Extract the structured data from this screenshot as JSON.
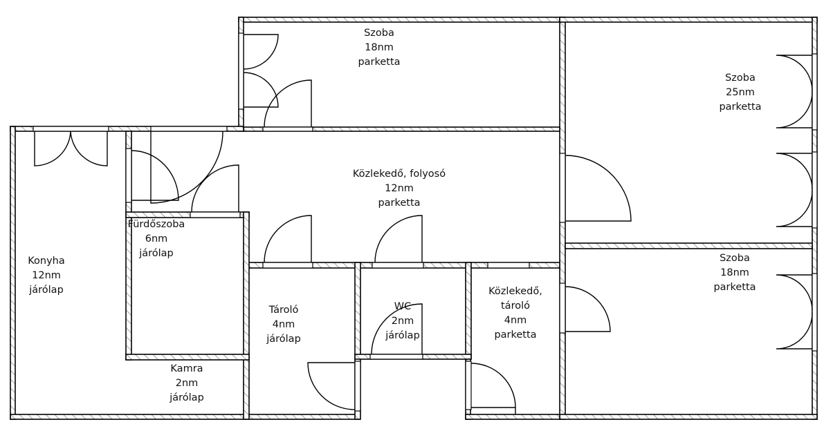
{
  "rooms": [
    {
      "name": "Szoba",
      "area": "18nm",
      "floor": "parketta"
    },
    {
      "name": "Szoba",
      "area": "25nm",
      "floor": "parketta"
    },
    {
      "name": "Közlekedő, folyosó",
      "area": "12nm",
      "floor": "parketta"
    },
    {
      "name": "Fürdőszoba",
      "area": "6nm",
      "floor": "járólap"
    },
    {
      "name": "Konyha",
      "area": "12nm",
      "floor": "járólap"
    },
    {
      "name": "Tároló",
      "area": "4nm",
      "floor": "járólap"
    },
    {
      "name": "WC",
      "area": "2nm",
      "floor": "járólap"
    },
    {
      "name": "Közlekedő,",
      "name2": "tároló",
      "area": "4nm",
      "floor": "parketta"
    },
    {
      "name": "Szoba",
      "area": "18nm",
      "floor": "parketta"
    },
    {
      "name": "Kamra",
      "area": "2nm",
      "floor": "járólap"
    }
  ],
  "colors": {
    "wall_hatch": "#888888",
    "line": "#000000"
  }
}
